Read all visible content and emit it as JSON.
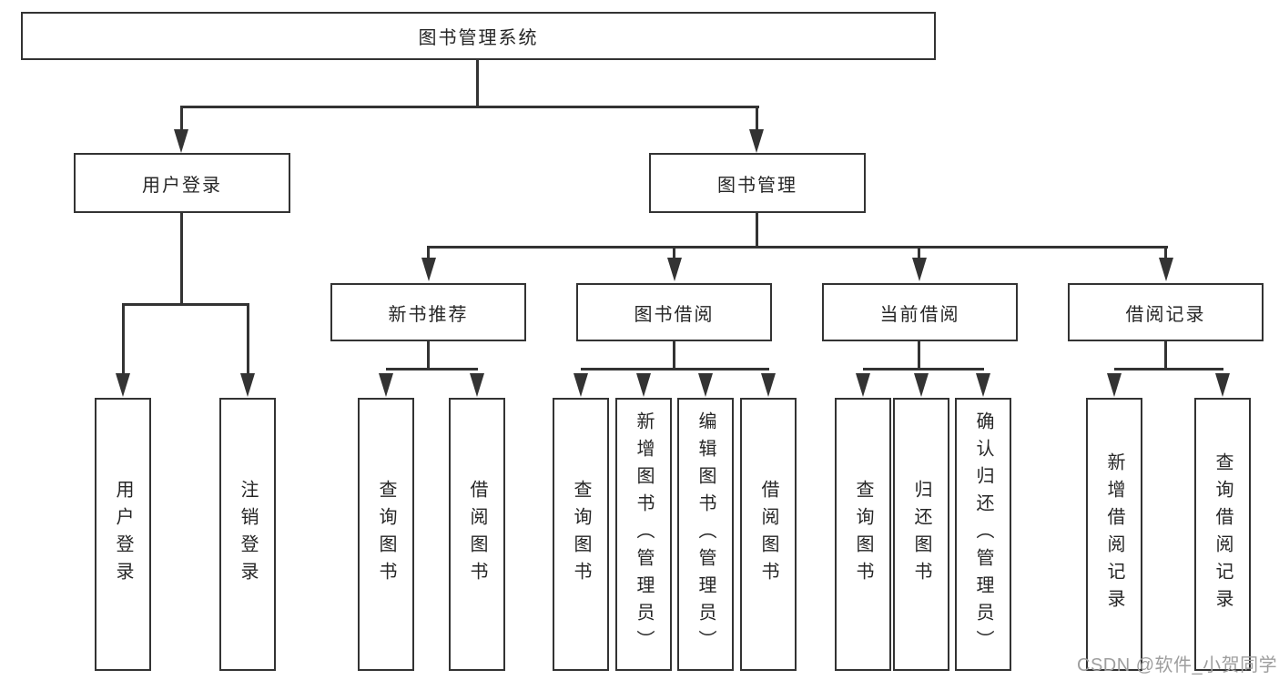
{
  "diagram": {
    "root": {
      "label": "图书管理系统"
    },
    "level2": [
      {
        "label": "用户登录",
        "children": [
          "用户登录",
          "注销登录"
        ]
      },
      {
        "label": "图书管理"
      }
    ],
    "level3": [
      {
        "label": "新书推荐",
        "children": [
          "查询图书",
          "借阅图书"
        ]
      },
      {
        "label": "图书借阅",
        "children": [
          "查询图书",
          "新增图书（管理员）",
          "编辑图书（管理员）",
          "借阅图书"
        ]
      },
      {
        "label": "当前借阅",
        "children": [
          "查询图书",
          "归还图书",
          "确认归还（管理员）"
        ]
      },
      {
        "label": "借阅记录",
        "children": [
          "新增借阅记录",
          "查询借阅记录"
        ]
      }
    ]
  },
  "watermark": {
    "text": "CSDN @软件_小贺同学"
  },
  "colors": {
    "line": "#333333",
    "text": "#262626",
    "watermark": "#9e9e9e",
    "background": "#ffffff"
  }
}
